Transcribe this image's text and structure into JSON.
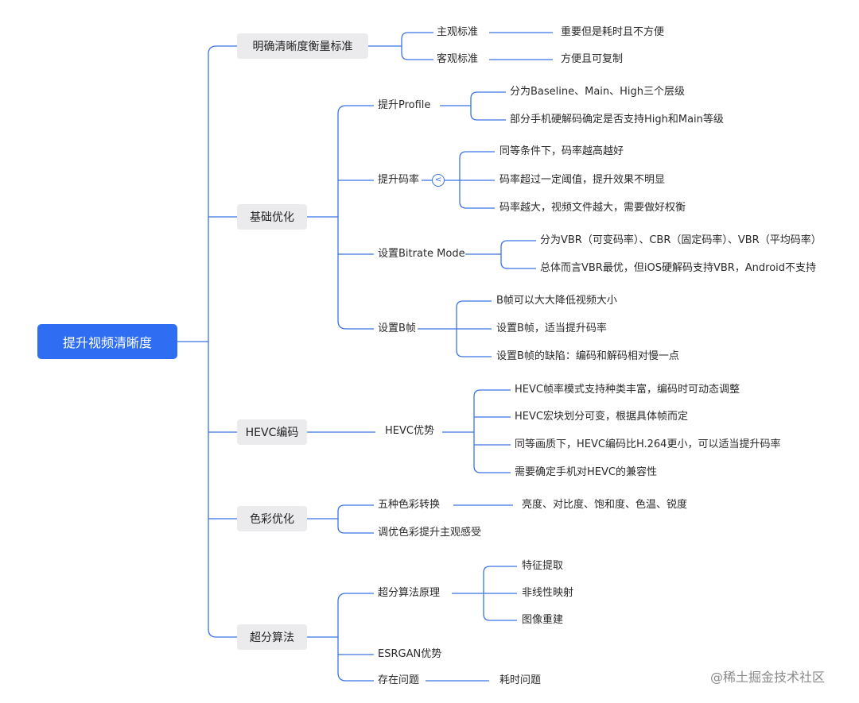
{
  "line_color": "#3b73e8",
  "root": {
    "label": "提升视频清晰度"
  },
  "branches": {
    "b1": {
      "label": "明确清晰度衡量标准",
      "c1": {
        "label": "主观标准",
        "leaf": "重要但是耗时且不方便"
      },
      "c2": {
        "label": "客观标准",
        "leaf": "方便且可复制"
      }
    },
    "b2": {
      "label": "基础优化",
      "c1": {
        "label": "提升Profile",
        "leaves": [
          "分为Baseline、Main、High三个层级",
          "部分手机硬解码确定是否支持High和Main等级"
        ]
      },
      "c2": {
        "label": "提升码率",
        "toggle_icon": "collapse-icon",
        "leaves": [
          "同等条件下，码率越高越好",
          "码率超过一定阈值，提升效果不明显",
          "码率越大，视频文件越大，需要做好权衡"
        ]
      },
      "c3": {
        "label": "设置Bitrate Mode",
        "leaves": [
          "分为VBR（可变码率）、CBR（固定码率）、VBR（平均码率）",
          "总体而言VBR最优，但iOS硬解码支持VBR，Android不支持"
        ]
      },
      "c4": {
        "label": "设置B帧",
        "leaves": [
          "B帧可以大大降低视频大小",
          "设置B帧，适当提升码率",
          "设置B帧的缺陷：编码和解码相对慢一点"
        ]
      }
    },
    "b3": {
      "label": "HEVC编码",
      "c1": {
        "label": "HEVC优势",
        "leaves": [
          "HEVC帧率模式支持种类丰富，编码时可动态调整",
          "HEVC宏块划分可变，根据具体帧而定",
          "同等画质下，HEVC编码比H.264更小，可以适当提升码率",
          "需要确定手机对HEVC的兼容性"
        ]
      }
    },
    "b4": {
      "label": "色彩优化",
      "c1": {
        "label": "五种色彩转换",
        "leaf": "亮度、对比度、饱和度、色温、锐度"
      },
      "c2": {
        "label": "调优色彩提升主观感受"
      }
    },
    "b5": {
      "label": "超分算法",
      "c1": {
        "label": "超分算法原理",
        "leaves": [
          "特征提取",
          "非线性映射",
          "图像重建"
        ]
      },
      "c2": {
        "label": "ESRGAN优势"
      },
      "c3": {
        "label": "存在问题",
        "leaf": "耗时问题"
      }
    }
  },
  "watermark": "@稀土掘金技术社区"
}
